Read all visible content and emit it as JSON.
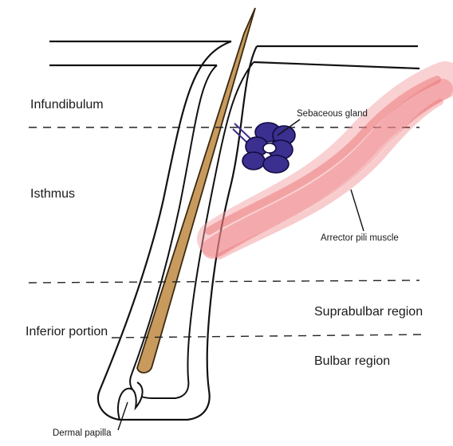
{
  "regions": {
    "infundibulum": "Infundibulum",
    "isthmus": "Isthmus",
    "inferior_portion": "Inferior portion",
    "suprabulbar_region": "Suprabulbar region",
    "bulbar_region": "Bulbar region"
  },
  "structures": {
    "sebaceous_gland": "Sebaceous gland",
    "arrector_pili_muscle": "Arrector pili muscle",
    "dermal_papilla": "Dermal papilla"
  },
  "colors": {
    "hair_shaft": "#c99a5e",
    "sebaceous_gland": "#3b2f8f",
    "muscle": "#e8585c",
    "outline": "#111111"
  }
}
